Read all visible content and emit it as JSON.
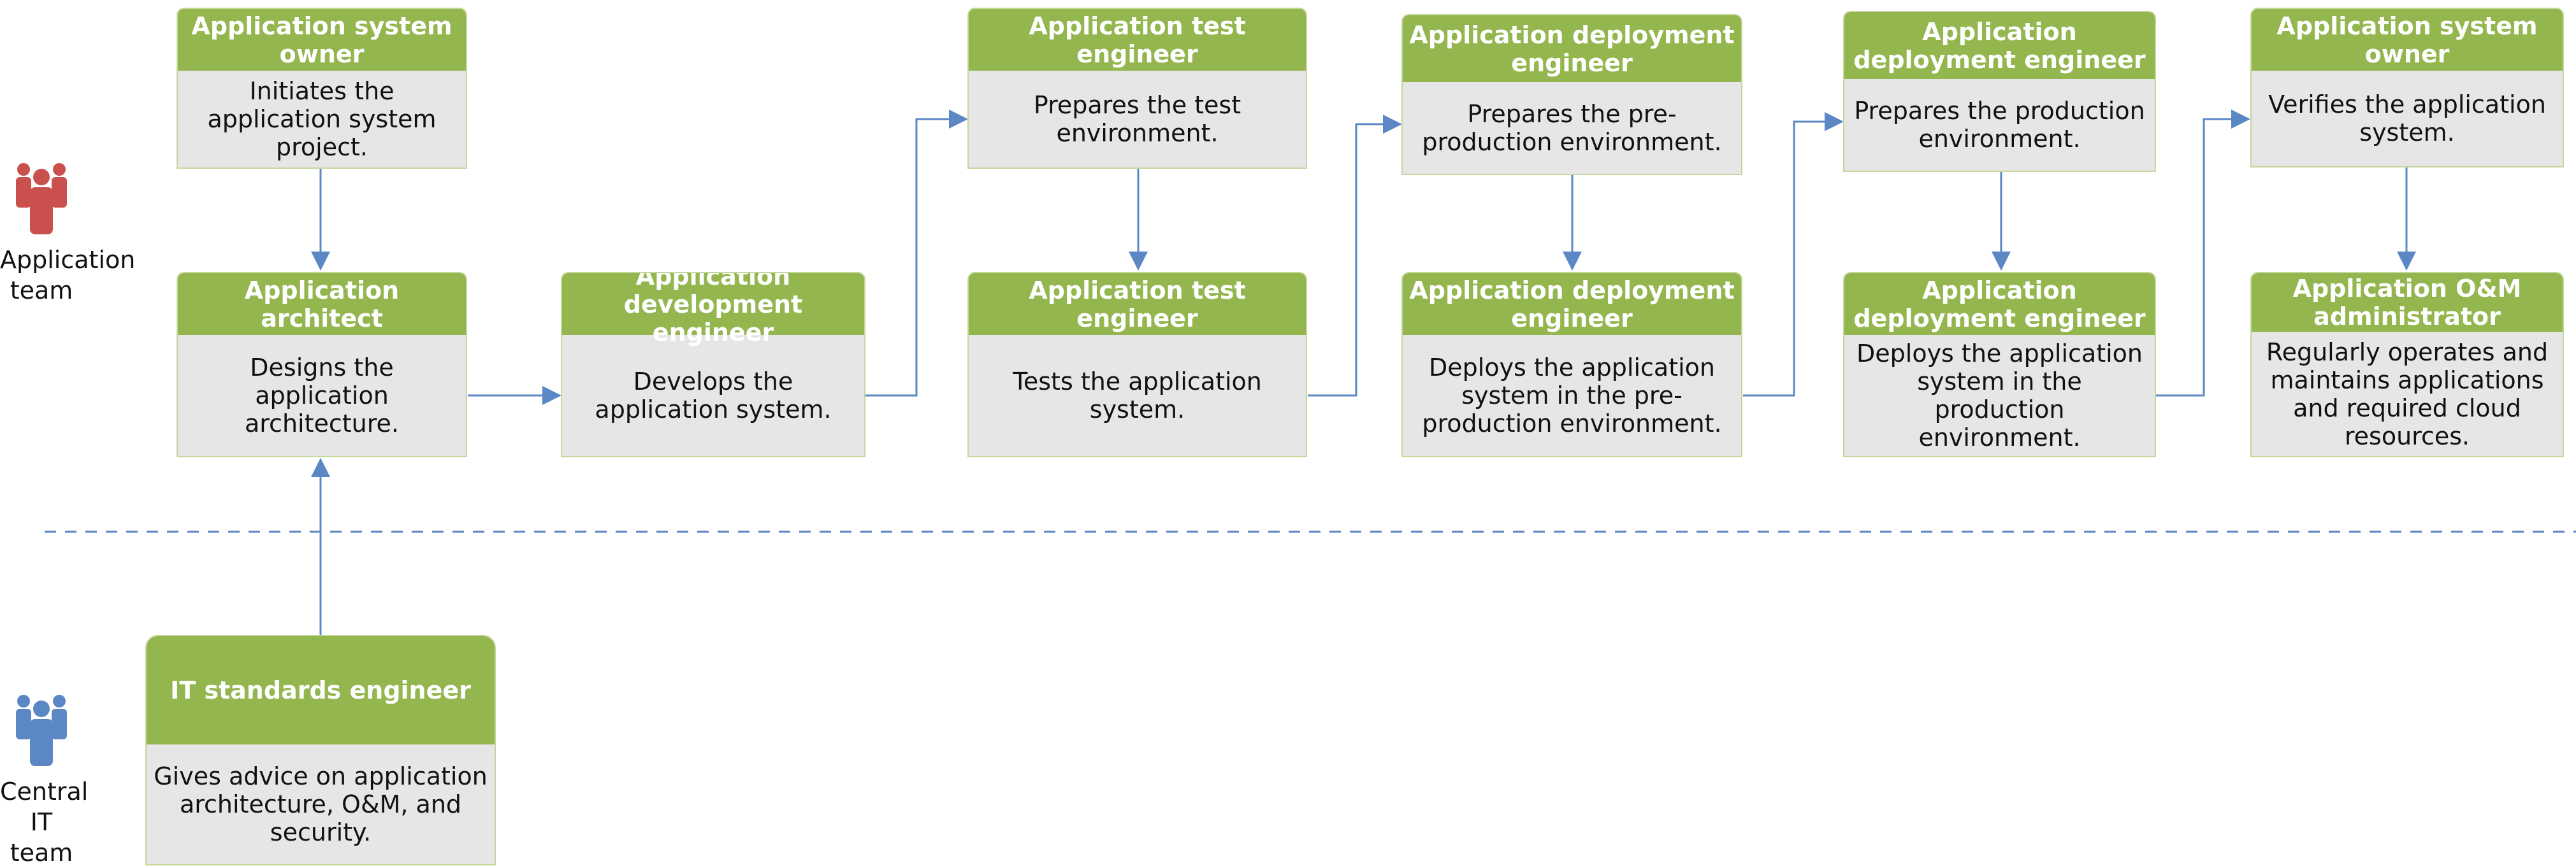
{
  "teams": {
    "application": {
      "label": "Application team",
      "color": "#c9504c",
      "icon": "people-icon"
    },
    "central_it": {
      "label": "Central IT team",
      "color": "#5b87c5",
      "icon": "people-icon"
    }
  },
  "nodes": [
    {
      "role": "Application system owner",
      "desc": "Initiates the application system project."
    },
    {
      "role": "Application architect",
      "desc": "Designs the application architecture."
    },
    {
      "role": "IT standards engineer",
      "desc": "Gives advice on application architecture, O&M, and security."
    },
    {
      "role": "Application development engineer",
      "desc": "Develops the application system."
    },
    {
      "role": "Application test engineer",
      "desc": "Prepares the test environment."
    },
    {
      "role": "Application test engineer",
      "desc": "Tests the application system."
    },
    {
      "role": "Application deployment engineer",
      "desc": "Prepares the pre-production environment."
    },
    {
      "role": "Application deployment engineer",
      "desc": "Deploys the application system in the pre-production environment."
    },
    {
      "role": "Application deployment engineer",
      "desc": "Prepares the production environment."
    },
    {
      "role": "Application deployment engineer",
      "desc": "Deploys the application system in the production environment."
    },
    {
      "role": "Application system owner",
      "desc": "Verifies the application system."
    },
    {
      "role": "Application O&M administrator",
      "desc": "Regularly operates and maintains applications and required cloud resources."
    }
  ],
  "colors": {
    "header": "#94b64e",
    "body": "#e6e6e6",
    "border": "#c4d79b",
    "connector": "#5b87c5"
  }
}
